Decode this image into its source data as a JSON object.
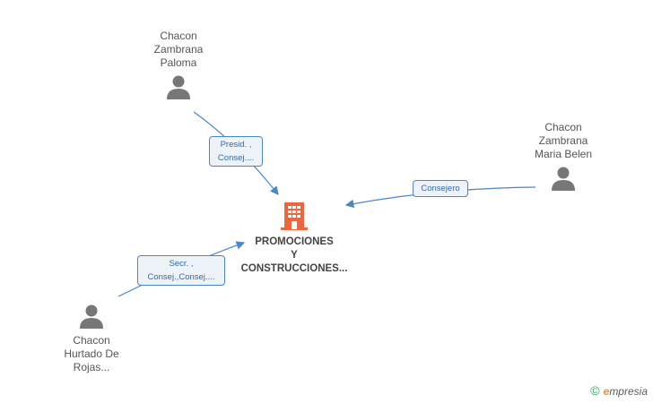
{
  "company": {
    "name": "PROMOCIONES\nY\nCONSTRUCCIONES...",
    "color": "#f0643c"
  },
  "people": [
    {
      "name": "Chacon\nZambrana\nPaloma",
      "relation": "Presid. ,\nConsej...."
    },
    {
      "name": "Chacon\nZambrana\nMaria Belen",
      "relation": "Consejero"
    },
    {
      "name": "Chacon\nHurtado De\nRojas...",
      "relation": "Secr. ,\nConsej.,Consej...."
    }
  ],
  "colors": {
    "link": "#4a86c8",
    "person_icon": "#777777"
  },
  "brand": {
    "copyright": "©",
    "e": "e",
    "text": "mpresia"
  }
}
